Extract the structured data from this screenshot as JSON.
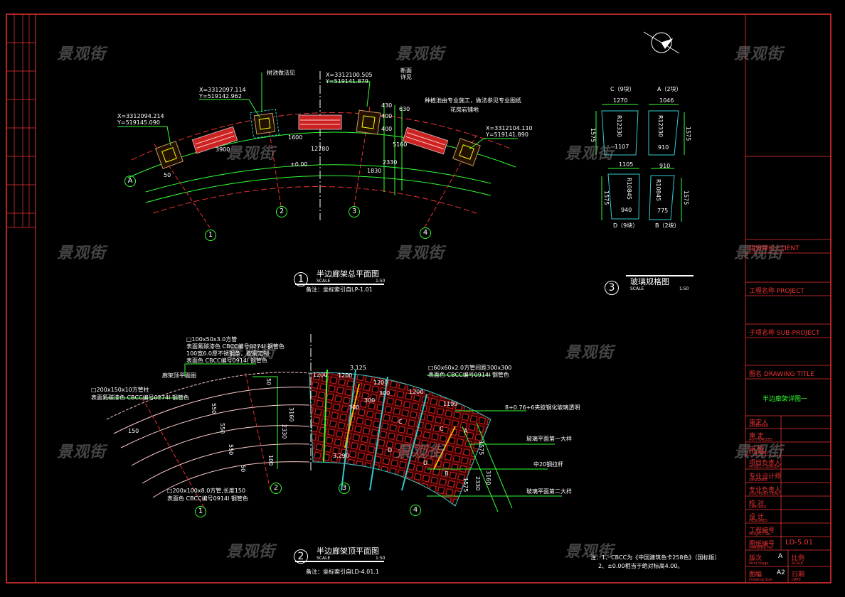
{
  "watermark": "景观街",
  "plan1": {
    "number": "1",
    "title": "半边廊架总平面图",
    "scale_label": "SCALE",
    "scale_value": "1:50",
    "note": "备注：坐标索引自LP-1.01",
    "coords": [
      {
        "x": "X=3312094.214",
        "y": "Y=519145.090"
      },
      {
        "x": "X=3312097.114",
        "y": "Y=519142.962"
      },
      {
        "x": "X=3312100.505",
        "y": "Y=519141.879"
      },
      {
        "x": "X=3312104.110",
        "y": "Y=519141.890"
      }
    ],
    "dims": [
      "3900",
      "1600",
      "12780",
      "400",
      "400",
      "430",
      "630",
      "5160",
      "2330",
      "1830",
      "50"
    ],
    "elevation": "±0.00",
    "labels": [
      "树池做法见",
      "断面",
      "详见",
      "种植池由专业施工，做法参见专业图纸",
      "花岗岩铺地"
    ],
    "axes": [
      "A",
      "1",
      "2",
      "3",
      "4"
    ]
  },
  "plan2": {
    "number": "2",
    "title": "半边廊架顶平面图",
    "scale_label": "SCALE",
    "scale_value": "1:50",
    "note": "备注：坐标索引自LD-4.01.1",
    "callouts": [
      "□100x50x3.0方管",
      "表面氟碳漆色 CBCC编号0274I 钢管色",
      "100宽6.0厚不锈钢条，按需定制",
      "表面色 CBCC编号0914I 钢管色",
      "□200x150x10方管柱",
      "表面氟碳漆色 CBCC编号0274I 钢管色",
      "廊架顶平面图",
      "□60x60x2.0方管间距300x300",
      "表面色 CBCC编号0914I 钢管色",
      "8+0.76+6夹胶钢化玻璃透明",
      "玻璃平面第一大样",
      "中20钢拉杆",
      "玻璃平面第二大样",
      "□200x100x8.0方管,长度150",
      "表面色 CBCC编号0914I 钢管色"
    ],
    "elevations": [
      "3.125",
      "3.290"
    ],
    "dims": [
      "1200",
      "1200",
      "1200",
      "1200",
      "1199",
      "300",
      "300",
      "300",
      "3160",
      "2330",
      "1575",
      "2330",
      "3160",
      "1575",
      "150",
      "550",
      "550",
      "550",
      "50",
      "50",
      "100"
    ],
    "panels": [
      "A",
      "B",
      "C",
      "D",
      "C",
      "D"
    ],
    "axes": [
      "1",
      "2",
      "3",
      "4"
    ]
  },
  "plan3": {
    "number": "3",
    "title": "玻璃规格图",
    "scale_label": "SCALE",
    "scale_value": "1:50",
    "pieces": [
      {
        "name": "C（9块）",
        "top": "1270",
        "radius": "R12330",
        "bottom": "1107",
        "side": "1575"
      },
      {
        "name": "A（2块）",
        "top": "1046",
        "radius": "R12330",
        "bottom": "910",
        "side": "1575"
      },
      {
        "name": "D（9块）",
        "top": "1105",
        "radius": "R10845",
        "bottom": "940",
        "side": "1575"
      },
      {
        "name": "B（2块）",
        "top": "910",
        "radius": "R10845",
        "bottom": "775",
        "side": "1575"
      }
    ]
  },
  "notes": [
    "注：1、CBCC为《中国建筑色卡258色》（国标版）",
    "2、±0.00相当于绝对标高4.00。"
  ],
  "title_block": {
    "client": "建设单位 CLIENT",
    "project": "工程名称 PROJECT",
    "sub_project": "子项名称 SUB-PROJECT",
    "drawing_title_label": "图名 DRAWING TITLE",
    "drawing_title": "半边廊架详图一",
    "rows": [
      {
        "cn": "审定人",
        "en": "APPROVED"
      },
      {
        "cn": "审 定",
        "en": "AUTHORIZED"
      },
      {
        "cn": "审 核",
        "en": "EXAMINED"
      },
      {
        "cn": "项目负责人",
        "en": "PROJECT LEADER"
      },
      {
        "cn": "专业设计师",
        "en": "DESIGNER"
      },
      {
        "cn": "专业负责人",
        "en": "DISCIPLINE HEAD"
      },
      {
        "cn": "校 对",
        "en": "CHECKED"
      },
      {
        "cn": "设 计",
        "en": "DESIGNED"
      },
      {
        "cn": "工程编号",
        "en": "PROJECT No."
      },
      {
        "cn": "图纸编号",
        "en": "DRAWING No."
      }
    ],
    "drawing_no": "LD-5.01",
    "revision_label": "版次",
    "revision_en": "Print Stage",
    "revision": "A",
    "scale_label": "比例",
    "scale_en": "SCALE",
    "size_label": "图幅",
    "size_en": "Drawing Size",
    "size": "A2",
    "date_label": "日期",
    "date_en": "DATE"
  },
  "colors": {
    "frame": "#e33333",
    "dim": "#33ff33",
    "glass": "#33cccc",
    "steel": "#ff3333"
  }
}
